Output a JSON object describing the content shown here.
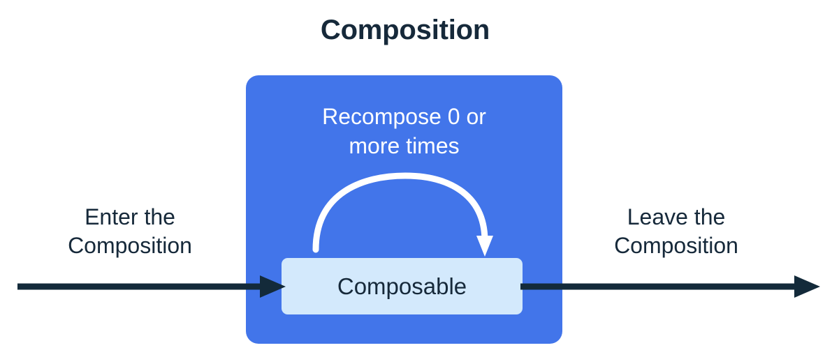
{
  "title": "Composition",
  "composition": {
    "box_color": "#4275ea",
    "recompose_label_line1": "Recompose 0 or",
    "recompose_label_line2": "more times",
    "recompose_label": "Recompose 0 or more times",
    "loop_arrow_color": "#ffffff",
    "composable": {
      "label": "Composable",
      "fill_color": "#d3e9fc",
      "text_color": "#16293a"
    }
  },
  "flow": {
    "enter": {
      "label_line1": "Enter the",
      "label_line2": "Composition",
      "label": "Enter the Composition",
      "arrow_color": "#132a3a",
      "direction": "right"
    },
    "leave": {
      "label_line1": "Leave the",
      "label_line2": "Composition",
      "label": "Leave the Composition",
      "arrow_color": "#132a3a",
      "direction": "right"
    }
  },
  "colors": {
    "background": "#ffffff",
    "title_text": "#16293a",
    "accent_blue": "#4275ea",
    "light_blue": "#d3e9fc",
    "dark_navy": "#132a3a"
  }
}
